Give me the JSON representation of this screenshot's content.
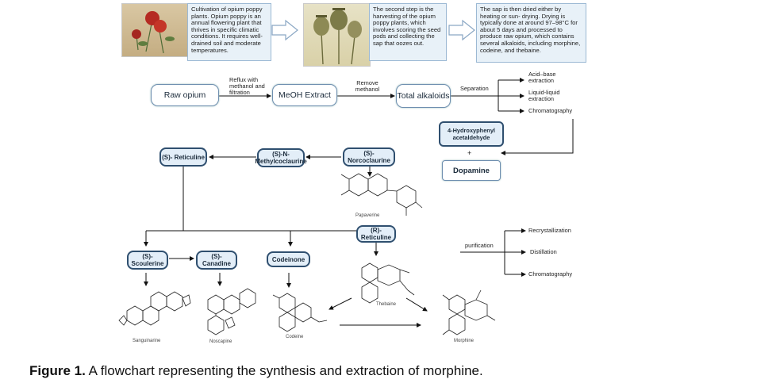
{
  "info_boxes": {
    "cultivation": "Cultivation of opium poppy plants. Opium poppy is an annual flowering plant that thrives in specific climatic conditions. It requires well-drained soil and moderate temperatures.",
    "harvesting": "The second step is the harvesting of the opium poppy plants, which involves scoring the seed pods and collecting the sap that oozes out.",
    "drying": "The sap is then dried either by heating or sun- drying. Drying is typically done at around 97–98°C for about 5 days and processed to produce raw opium, which contains several alkaloids, including morphine, codeine, and thebaine."
  },
  "nodes": {
    "raw_opium": "Raw opium",
    "meoh_extract": "MeOH Extract",
    "total_alkaloids": "Total alkaloids",
    "hydroxyphenyl": "4-Hydroxyphenyl acetaldehyde",
    "plus": "+",
    "dopamine": "Dopamine",
    "s_norcoclaurine": "(S)- Norcoclaurine",
    "s_n_methylcoclaurine": "(S)-N- Methylcoclaurine",
    "s_reticuline": "(S)- Reticuline",
    "r_reticuline": "(R)- Reticuline",
    "s_scoulerine": "(S)- Scoulerine",
    "s_canadine": "(S)- Canadine",
    "codeinone": "Codeinone"
  },
  "edge_labels": {
    "reflux": "Reflux with methanol and filtration",
    "remove": "Remove methanol",
    "separation": "Separation",
    "purification": "purification"
  },
  "separation_methods": [
    "Acid–base extraction",
    "Liquid-liquid extraction",
    "Chromatography"
  ],
  "purification_methods": [
    "Recrystallization",
    "Distillation",
    "Chromatography"
  ],
  "molecules": {
    "papaverine": "Papaverine",
    "sanguinarine": "Sanguinarine",
    "noscapine": "Noscapine",
    "codeine": "Codeine",
    "thebaine": "Thebaine",
    "morphine": "Morphine"
  },
  "caption": {
    "label": "Figure 1.",
    "text": " A flowchart representing the synthesis and extraction of morphine."
  }
}
